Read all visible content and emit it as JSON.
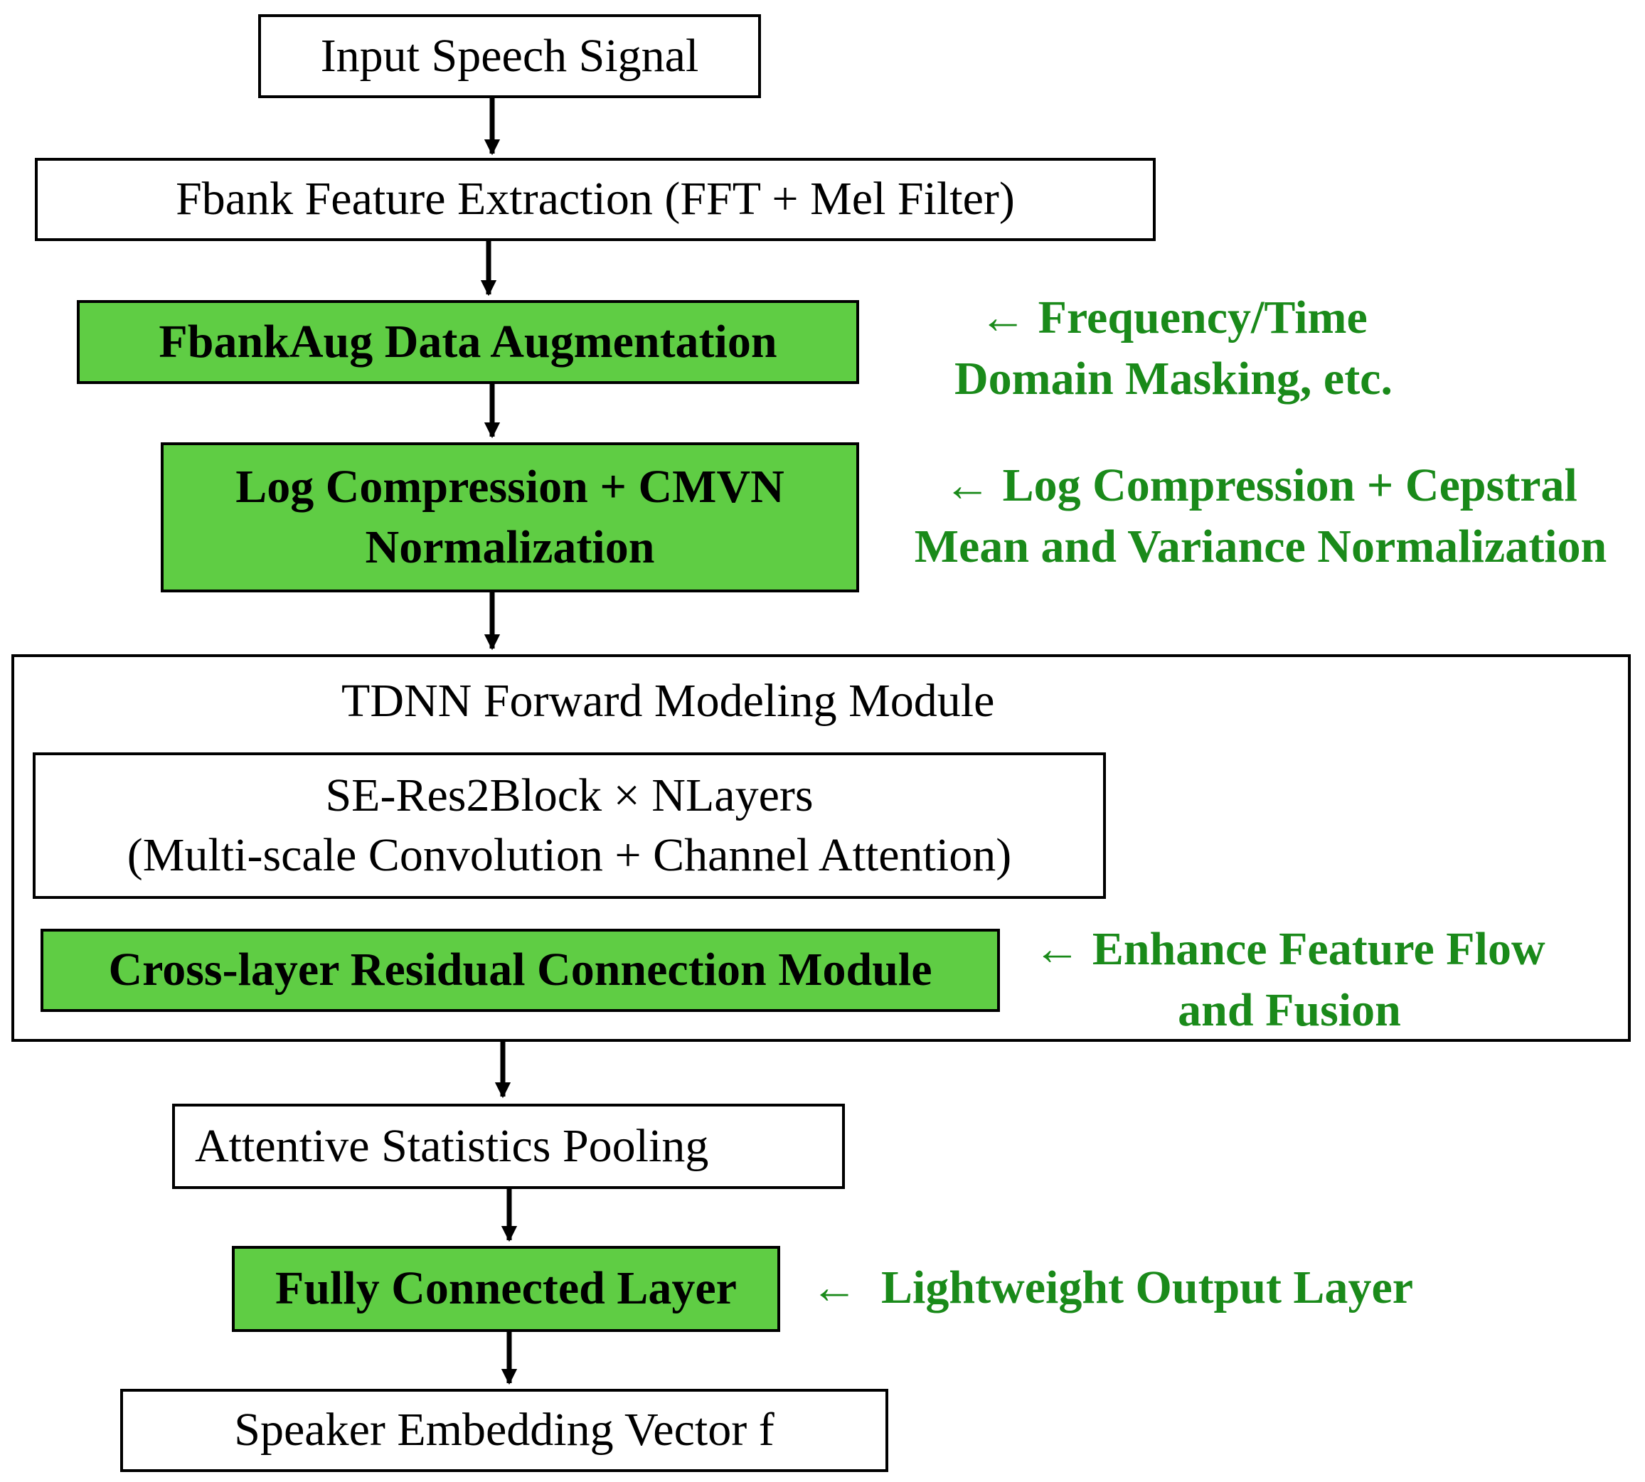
{
  "nodes": {
    "input": "Input Speech Signal",
    "fbank": "Fbank Feature Extraction (FFT + Mel Filter)",
    "aug": "FbankAug Data Augmentation",
    "log_line1": "Log Compression + CMVN",
    "log_line2": "Normalization",
    "tdnn_title": "TDNN Forward Modeling Module",
    "se_line1": "SE-Res2Block × NLayers",
    "se_line2": "(Multi-scale Convolution + Channel Attention)",
    "residual": "Cross-layer Residual Connection Module",
    "pooling": "Attentive Statistics Pooling",
    "fc": "Fully Connected Layer",
    "embedding": "Speaker Embedding Vector f"
  },
  "annotations": {
    "aug_line1": "← Frequency/Time",
    "aug_line2": "Domain Masking, etc.",
    "log_line1": "← Log Compression + Cepstral",
    "log_line2": "Mean and Variance Normalization",
    "residual_line1": "← Enhance Feature Flow",
    "residual_line2": "and Fusion",
    "fc_line1": "←  Lightweight Output Layer"
  },
  "colors": {
    "highlight_fill": "#5fcd44",
    "annotation_text": "#1a8a1a",
    "border": "#000000"
  }
}
